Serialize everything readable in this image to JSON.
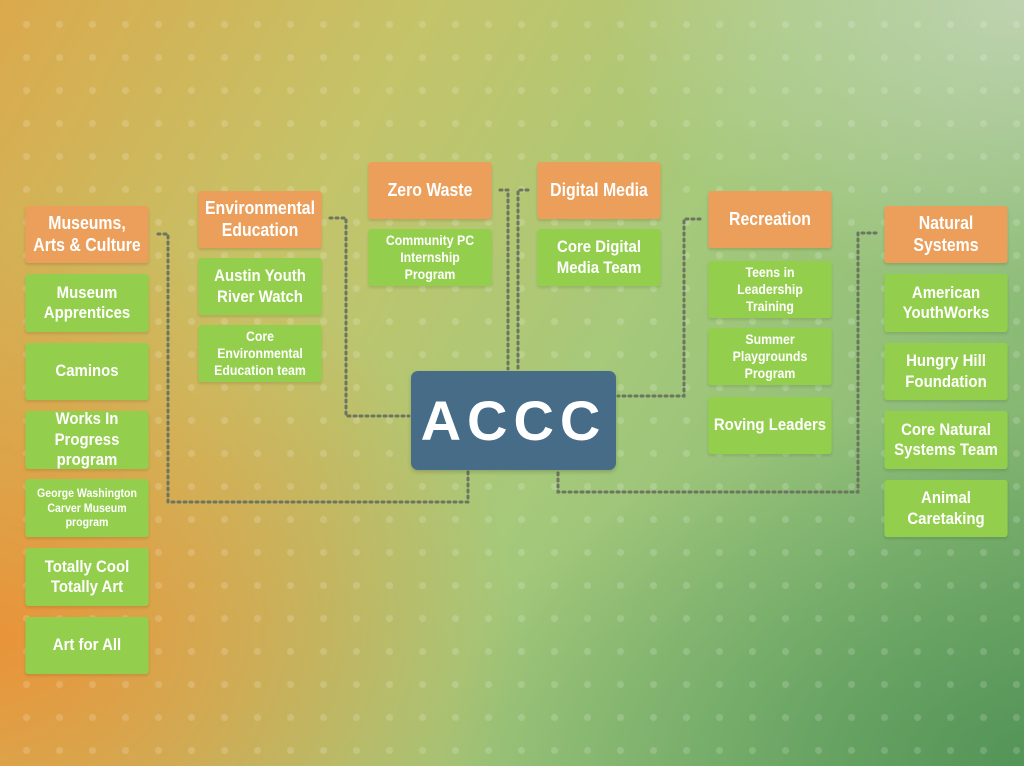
{
  "center": {
    "label": "ACCC"
  },
  "groups": [
    {
      "header": "Museums, Arts & Culture",
      "items": [
        "Museum Apprentices",
        "Caminos",
        "Works In Progress program",
        "George Washington Carver Museum program",
        "Totally Cool Totally Art",
        "Art for All"
      ]
    },
    {
      "header": "Environmental Education",
      "items": [
        "Austin Youth River Watch",
        "Core Environmental Education team"
      ]
    },
    {
      "header": "Zero Waste",
      "items": [
        "Community PC Internship Program"
      ]
    },
    {
      "header": "Digital Media",
      "items": [
        "Core Digital Media Team"
      ]
    },
    {
      "header": "Recreation",
      "items": [
        "Teens in Leadership Training",
        "Summer Playgrounds Program",
        "Roving Leaders"
      ]
    },
    {
      "header": "Natural Systems",
      "items": [
        "American YouthWorks",
        "Hungry Hill Foundation",
        "Core Natural Systems Team",
        "Animal Caretaking"
      ]
    }
  ],
  "colors": {
    "header_fill": "#eb9f5a",
    "item_fill": "#93cf4c",
    "center_fill": "#466c87",
    "connector": "#6b7560"
  }
}
